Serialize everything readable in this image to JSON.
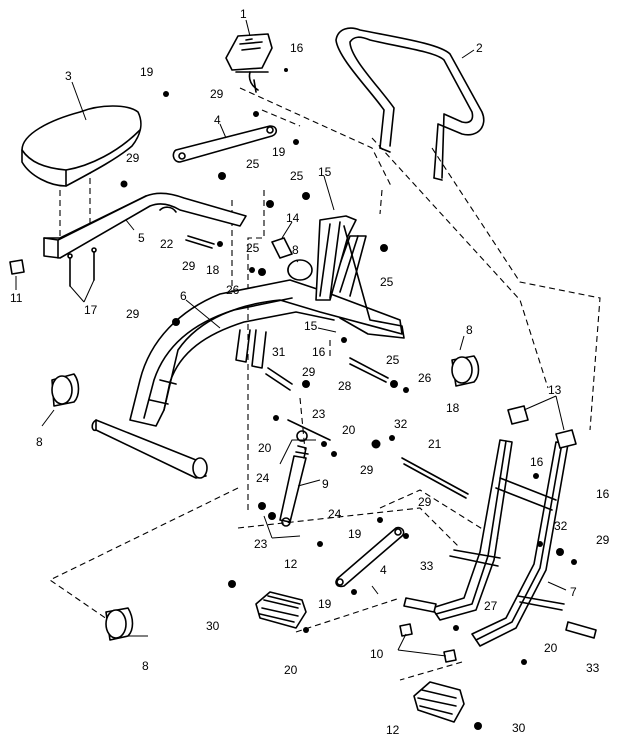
{
  "diagram": {
    "callouts": [
      {
        "id": "c1",
        "label": "1"
      },
      {
        "id": "c2",
        "label": "2"
      },
      {
        "id": "c3",
        "label": "3"
      },
      {
        "id": "c4a",
        "label": "4"
      },
      {
        "id": "c4b",
        "label": "4"
      },
      {
        "id": "c5",
        "label": "5"
      },
      {
        "id": "c6",
        "label": "6"
      },
      {
        "id": "c7",
        "label": "7"
      },
      {
        "id": "c8a",
        "label": "8"
      },
      {
        "id": "c8b",
        "label": "8"
      },
      {
        "id": "c8c",
        "label": "8"
      },
      {
        "id": "c8d",
        "label": "8"
      },
      {
        "id": "c9",
        "label": "9"
      },
      {
        "id": "c10",
        "label": "10"
      },
      {
        "id": "c11",
        "label": "11"
      },
      {
        "id": "c12a",
        "label": "12"
      },
      {
        "id": "c12b",
        "label": "12"
      },
      {
        "id": "c13",
        "label": "13"
      },
      {
        "id": "c14",
        "label": "14"
      },
      {
        "id": "c15a",
        "label": "15"
      },
      {
        "id": "c15b",
        "label": "15"
      },
      {
        "id": "c16a",
        "label": "16"
      },
      {
        "id": "c16b",
        "label": "16"
      },
      {
        "id": "c16c",
        "label": "16"
      },
      {
        "id": "c16d",
        "label": "16"
      },
      {
        "id": "c17",
        "label": "17"
      },
      {
        "id": "c18a",
        "label": "18"
      },
      {
        "id": "c18b",
        "label": "18"
      },
      {
        "id": "c19a",
        "label": "19"
      },
      {
        "id": "c19b",
        "label": "19"
      },
      {
        "id": "c19c",
        "label": "19"
      },
      {
        "id": "c19d",
        "label": "19"
      },
      {
        "id": "c20a",
        "label": "20"
      },
      {
        "id": "c20b",
        "label": "20"
      },
      {
        "id": "c20c",
        "label": "20"
      },
      {
        "id": "c20d",
        "label": "20"
      },
      {
        "id": "c21",
        "label": "21"
      },
      {
        "id": "c22",
        "label": "22"
      },
      {
        "id": "c23a",
        "label": "23"
      },
      {
        "id": "c23b",
        "label": "23"
      },
      {
        "id": "c24a",
        "label": "24"
      },
      {
        "id": "c24b",
        "label": "24"
      },
      {
        "id": "c25a",
        "label": "25"
      },
      {
        "id": "c25b",
        "label": "25"
      },
      {
        "id": "c25c",
        "label": "25"
      },
      {
        "id": "c25d",
        "label": "25"
      },
      {
        "id": "c25e",
        "label": "25"
      },
      {
        "id": "c26a",
        "label": "26"
      },
      {
        "id": "c26b",
        "label": "26"
      },
      {
        "id": "c27",
        "label": "27"
      },
      {
        "id": "c28",
        "label": "28"
      },
      {
        "id": "c29a",
        "label": "29"
      },
      {
        "id": "c29b",
        "label": "29"
      },
      {
        "id": "c29c",
        "label": "29"
      },
      {
        "id": "c29d",
        "label": "29"
      },
      {
        "id": "c29e",
        "label": "29"
      },
      {
        "id": "c29f",
        "label": "29"
      },
      {
        "id": "c29g",
        "label": "29"
      },
      {
        "id": "c29h",
        "label": "29"
      },
      {
        "id": "c30a",
        "label": "30"
      },
      {
        "id": "c30b",
        "label": "30"
      },
      {
        "id": "c31",
        "label": "31"
      },
      {
        "id": "c32a",
        "label": "32"
      },
      {
        "id": "c32b",
        "label": "32"
      },
      {
        "id": "c33a",
        "label": "33"
      },
      {
        "id": "c33b",
        "label": "33"
      }
    ]
  }
}
